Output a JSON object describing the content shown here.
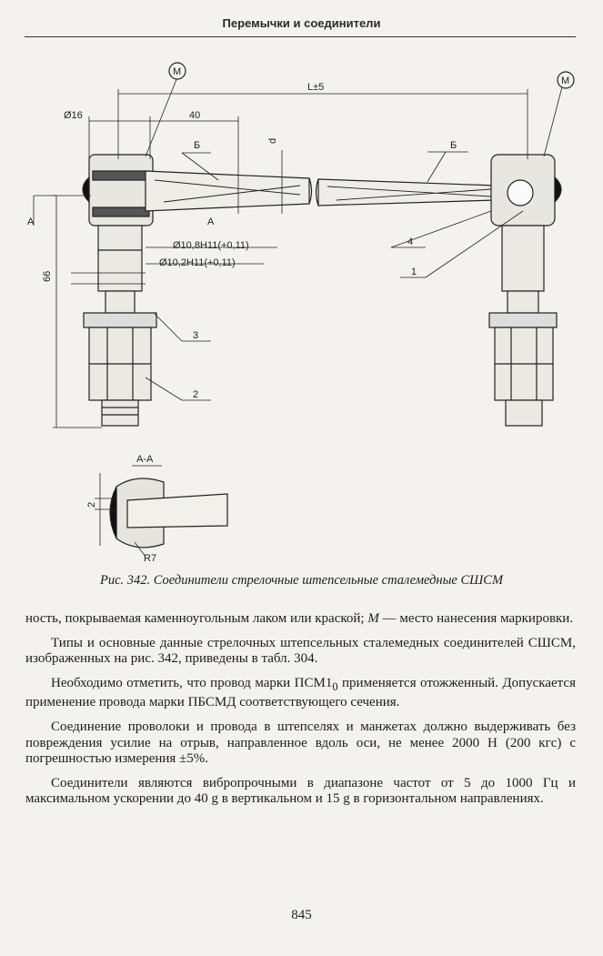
{
  "running_head": "Перемычки и соединители",
  "figure": {
    "labels": {
      "marking_left": "М",
      "marking_right": "М",
      "length": "L±5",
      "dia_head": "Ø16",
      "dim_40": "40",
      "section_b_left": "Б",
      "section_b_right": "Б",
      "dia_d": "d",
      "section_a_top": "А",
      "section_a_bottom": "А",
      "tol_1": "Ø10,8H11(+0,11)",
      "tol_2": "Ø10,2H11(+0,11)",
      "dim_66": "66",
      "callout_1": "1",
      "callout_2": "2",
      "callout_3": "3",
      "callout_4": "4",
      "section_title": "А-А",
      "dim_2": "2",
      "radius": "R7"
    }
  },
  "caption": {
    "prefix": "Рис. 342.",
    "text": "Соединители стрелочные штепсельные сталемедные СШСМ"
  },
  "paragraphs": [
    {
      "before": "ность, покрываемая каменноугольным лаком или краской; ",
      "italic": "М",
      "after": " — место нанесения маркировки."
    },
    {
      "text": "Типы и основные данные стрелочных штепсельных сталемедных соединителей СШСМ, изображенных на рис. 342, приведены в табл. 304."
    },
    {
      "before": "Необходимо отметить, что провод марки ПСМ1",
      "sub": "0",
      "after": " применяется отожженный. Допускается применение провода марки ПБСМД соответствующего сечения."
    },
    {
      "text": "Соединение проволоки и провода в штепселях и манжетах должно выдерживать без повреждения усилие на отрыв, направленное вдоль оси, не менее 2000 Н (200 кгс) с погрешностью измерения ±5%."
    },
    {
      "text": "Соединители являются вибропрочными в диапазоне частот от 5 до 1000 Гц и максимальном ускорении до 40 g в вертикальном и 15 g в горизонтальном направлениях."
    }
  ],
  "page_number": "845"
}
